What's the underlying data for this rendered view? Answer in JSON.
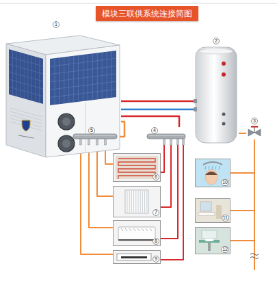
{
  "diagram": {
    "title": "模块三联供系统连接简图",
    "nodes": [
      {
        "text": [
          "1"
        ]
      },
      {
        "text": [
          "2"
        ]
      },
      {
        "text": [
          "3"
        ]
      },
      {
        "text": [
          "4"
        ]
      },
      {
        "text": [
          "5"
        ]
      },
      {
        "text": [
          "6"
        ]
      },
      {
        "text": [
          "7"
        ]
      },
      {
        "text": [
          "8"
        ]
      },
      {
        "text": [
          "9"
        ]
      },
      {
        "text": [
          "10"
        ]
      },
      {
        "text": [
          "11"
        ]
      },
      {
        "text": [
          "12"
        ]
      }
    ],
    "edges": [
      {
        "from": 0,
        "to": 1,
        "arrow": "none"
      },
      {
        "from": 0,
        "to": 1,
        "arrow": "none"
      },
      {
        "from": 0,
        "to": 3,
        "arrow": "none"
      },
      {
        "from": 0,
        "to": 4,
        "arrow": "none"
      },
      {
        "from": 4,
        "to": 5,
        "arrow": "none"
      },
      {
        "from": 4,
        "to": 6,
        "arrow": "none"
      },
      {
        "from": 4,
        "to": 7,
        "arrow": "none"
      },
      {
        "from": 4,
        "to": 8,
        "arrow": "none"
      },
      {
        "from": 3,
        "to": 5,
        "arrow": "none"
      },
      {
        "from": 3,
        "to": 6,
        "arrow": "none"
      },
      {
        "from": 3,
        "to": 7,
        "arrow": "none"
      },
      {
        "from": 3,
        "to": 8,
        "arrow": "none"
      },
      {
        "from": 1,
        "to": 2,
        "arrow": "none"
      },
      {
        "from": 2,
        "to": 9,
        "arrow": "none"
      },
      {
        "from": 2,
        "to": 10,
        "arrow": "none"
      },
      {
        "from": 2,
        "to": 11,
        "arrow": "none"
      }
    ]
  }
}
